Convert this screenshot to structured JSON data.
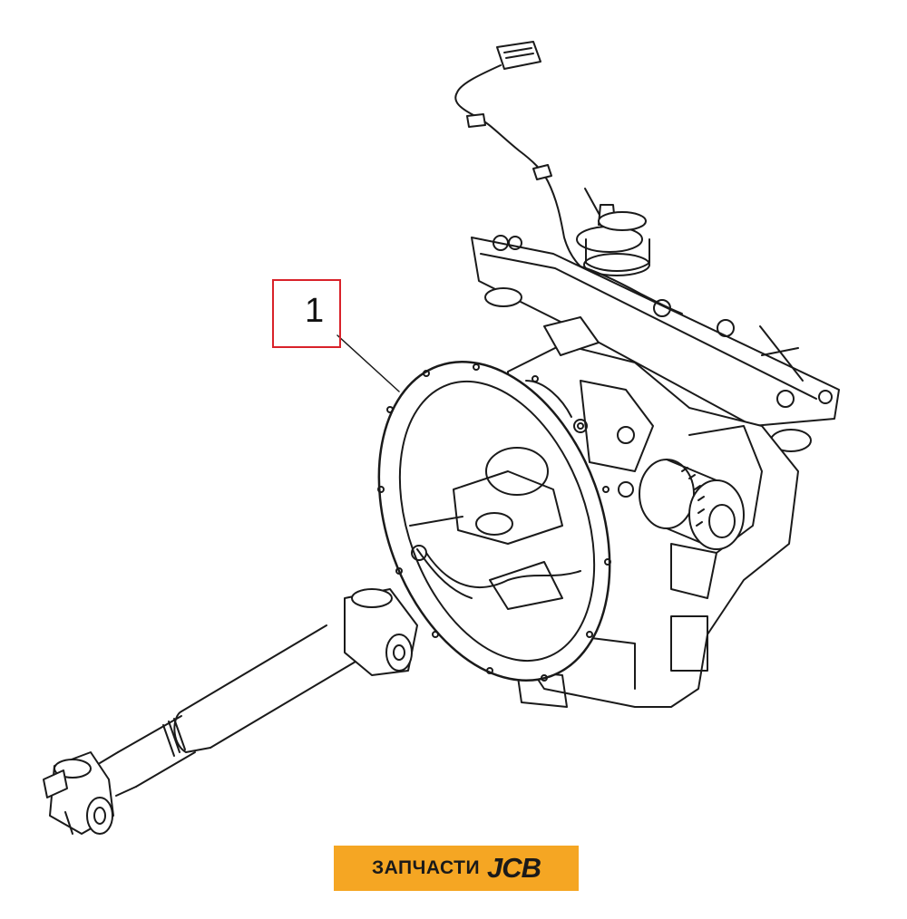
{
  "callout": {
    "number": "1",
    "box_color": "#d9222a"
  },
  "brand": {
    "word": "ЗАПЧАСТИ",
    "mark": "JCB",
    "background": "#f5a623",
    "text_color": "#1a1a1a"
  },
  "drawing": {
    "subject": "engine-transmission-driveshaft-assembly",
    "line_color": "#1a1a1a"
  }
}
